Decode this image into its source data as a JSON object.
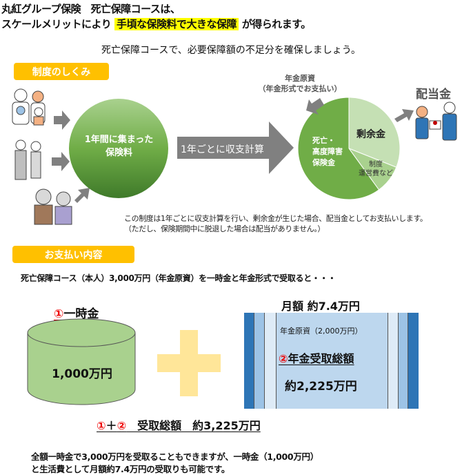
{
  "header": {
    "line1": "丸紅グループ保険　死亡保障コースは、",
    "line2_pre": "スケールメリットにより",
    "line2_highlight": "手頃な保険料で大きな保障",
    "line2_post": "が得られます。",
    "subtitle": "死亡保障コースで、必要保障額の不足分を確保しましょう。"
  },
  "mechanism": {
    "badge": "制度のしくみ",
    "circle_line1": "1年間に集まった",
    "circle_line2": "保険料",
    "arrow_label": "1年ごとに収支計算",
    "pension_line1": "年金原資",
    "pension_line2": "（年金形式でお支払い）",
    "dividend": "配当金",
    "pie": {
      "slices": [
        {
          "label": "剰余金",
          "share": 0.31,
          "color": "#C5E0B4"
        },
        {
          "label": "制度運営費など",
          "share": 0.09,
          "color": "#A9D18E"
        },
        {
          "label": "死亡・高度障害保険金",
          "share": 0.6,
          "color": "#70AD47"
        }
      ],
      "label_surplus": "剰余金",
      "label_ops_1": "制度",
      "label_ops_2": "運営費など",
      "label_death_1": "死亡・",
      "label_death_2": "高度障害",
      "label_death_3": "保険金"
    },
    "note1": "この制度は1年ごとに収支計算を行い、剰余金が生じた場合、配当金としてお支払いします。",
    "note2": "（ただし、保険期間中に脱退した場合は配当がありません。）"
  },
  "payment": {
    "badge": "お支払い内容",
    "intro": "死亡保障コース（本人）3,000万円（年金原資）を一時金と年金形式で受取ると・・・",
    "lump_num": "①",
    "lump_label": "一時金",
    "lump_amount": "1,000万円",
    "monthly": "月額 約7.4万円",
    "pension_fund": "年金原資（2,000万円）",
    "pension_num": "②",
    "pension_label": "年金受取総額",
    "pension_amount": "約2,225万円",
    "total_num1": "①",
    "total_plus": "＋",
    "total_num2": "②",
    "total_label": "　受取総額　約3,225万円",
    "footer1": "全額一時金で3,000万円を受取ることもできますが、一時金（1,000万円）",
    "footer2": "と生活費として月額約7.4万円の受取りも可能です。"
  }
}
